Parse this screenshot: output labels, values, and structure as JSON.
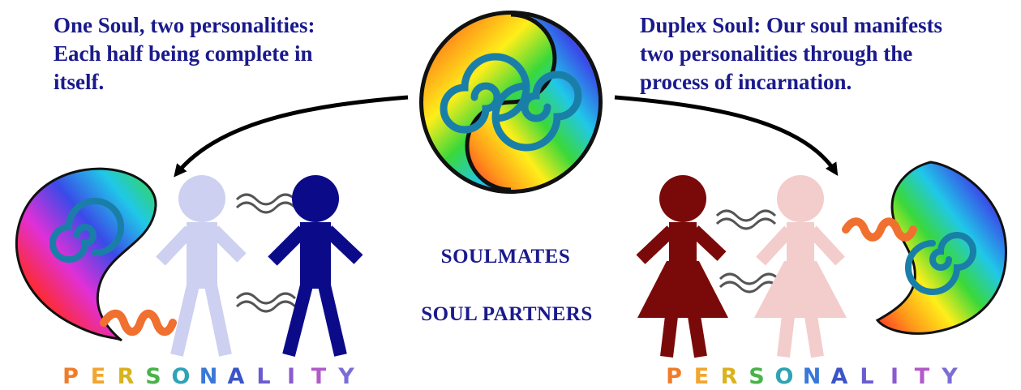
{
  "captions": {
    "left": [
      "One Soul, two personalities:",
      "Each half being complete in",
      "itself."
    ],
    "right": [
      "Duplex Soul:  Our soul manifests",
      "two personalities through the",
      "process of incarnation."
    ]
  },
  "center": {
    "soulmates": "SOULMATES",
    "soul_partners": "SOUL PARTNERS"
  },
  "personality_word": "PERSONALITY",
  "colors": {
    "text": "#1a1a8c",
    "arrow": "#000000",
    "figure_light_blue": "#cdd0f0",
    "figure_navy": "#0b0b8a",
    "figure_maroon": "#7a0a0a",
    "figure_light_pink": "#f3cccc",
    "squiggle": "#f07030",
    "spiral": "#1a7fa8",
    "personality_letters": [
      "#f07c2a",
      "#f2a52f",
      "#d9b21f",
      "#48b448",
      "#2fa3b5",
      "#3a78d8",
      "#3b55c8",
      "#6a5cd0",
      "#8b5ad0",
      "#b25ac8",
      "#7b6dd6"
    ]
  }
}
